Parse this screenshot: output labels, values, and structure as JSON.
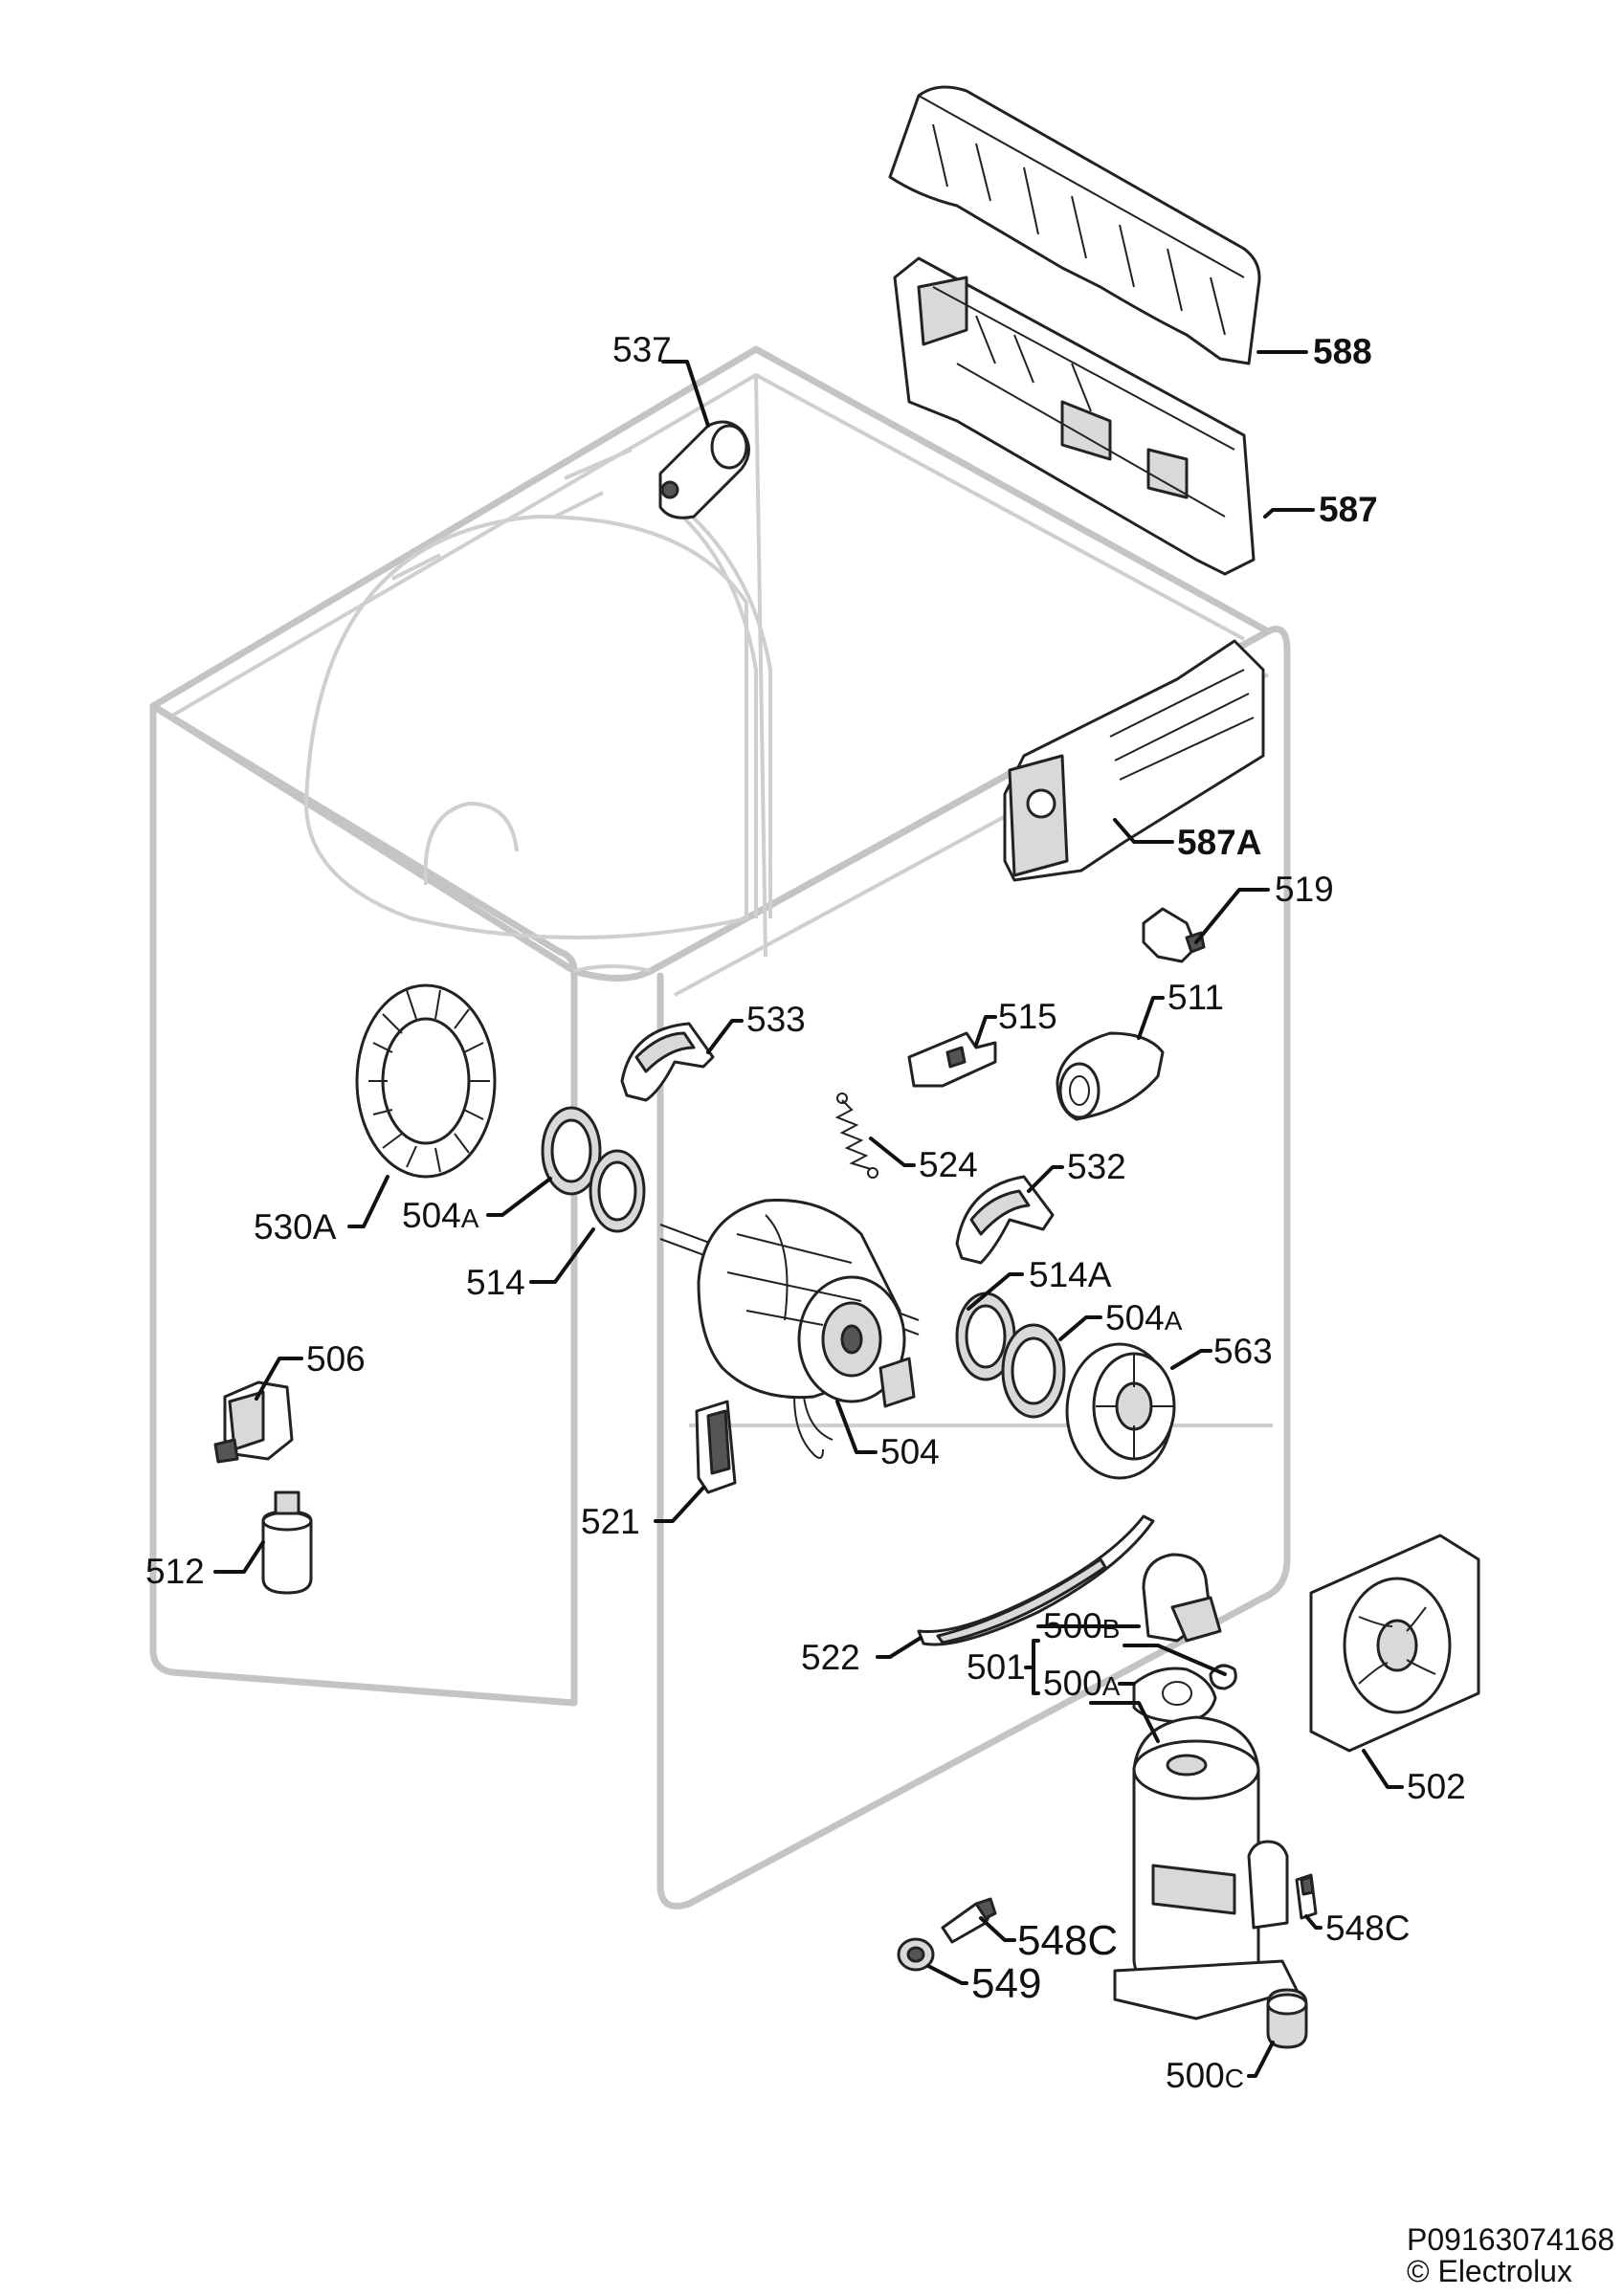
{
  "labels": {
    "l537": "537",
    "l588": "588",
    "l587": "587",
    "l587A": "587A",
    "l519": "519",
    "l533": "533",
    "l515": "515",
    "l511": "511",
    "l524": "524",
    "l532": "532",
    "l530A": "530A",
    "l504A_left": "504",
    "l504A_left_sub": "A",
    "l514": "514",
    "l514A": "514A",
    "l504A_right": "504",
    "l504A_right_sub": "A",
    "l563": "563",
    "l506": "506",
    "l504": "504",
    "l521": "521",
    "l512": "512",
    "l522": "522",
    "l501": "501",
    "l500B": "500",
    "l500B_sub": "B",
    "l500A": "500",
    "l500A_sub": "A",
    "l502": "502",
    "l548C_right": "548C",
    "l548C_left": "548C",
    "l549": "549",
    "l500C": "500",
    "l500C_sub": "C"
  },
  "footer": {
    "code": "P09163074168",
    "copyright": "© Electrolux"
  }
}
